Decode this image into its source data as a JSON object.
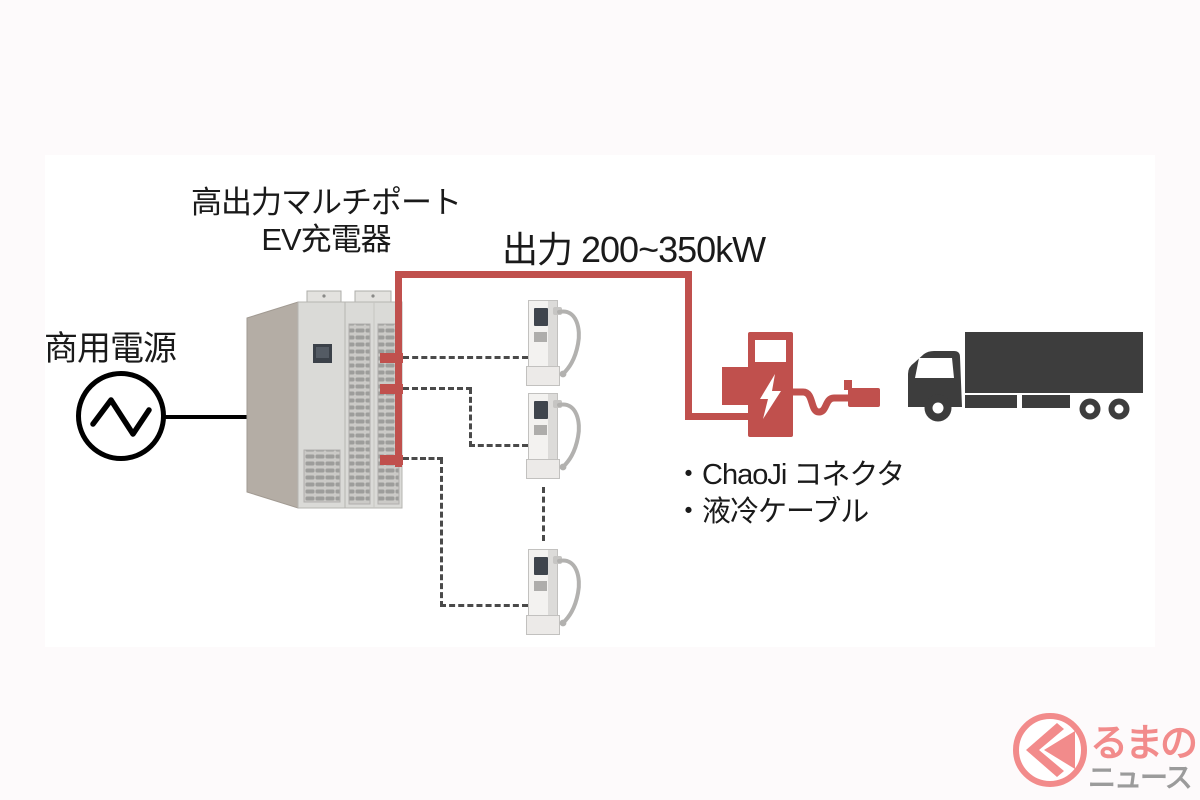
{
  "page": {
    "background": "#fdfafb",
    "panel_background": "#ffffff"
  },
  "colors": {
    "accent_red": "#c0504d",
    "line_black": "#000000",
    "dash_gray": "#4a4a4a",
    "truck_gray": "#3d3d3d",
    "cabinet_side": "#b4ada5",
    "cabinet_front": "#dadad7",
    "logo_pink": "#f28b8b",
    "logo_gray": "#9b9b9b"
  },
  "labels": {
    "charger_title_line1": "高出力マルチポート",
    "charger_title_line2": "EV充電器",
    "output_rating": "出力 200~350kW",
    "power_source": "商用電源",
    "bullets": [
      "・ChaoJi コネクタ",
      "・液冷ケーブル"
    ]
  },
  "icons": {
    "ac_source": "ac-sine-wave-icon",
    "charger_cabinet": "ev-charger-cabinet-icon",
    "dispenser": "charging-dispenser-icon",
    "charging_station": "charging-station-icon",
    "lightning": "lightning-bolt-icon",
    "truck": "truck-icon",
    "logo_mark": "kuruma-no-news-logo-icon"
  },
  "logo": {
    "text_primary": "るまの",
    "text_secondary": "ニュース"
  }
}
